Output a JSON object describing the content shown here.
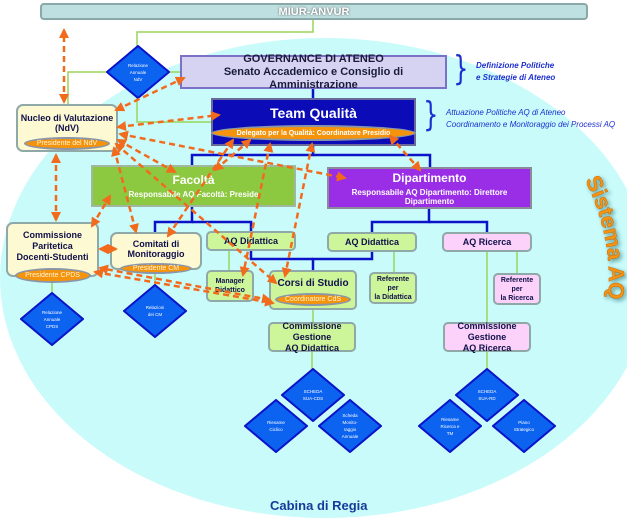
{
  "top_bar": {
    "label": "MIUR-ANVUR"
  },
  "governance": {
    "title": "GOVERNANCE DI ATENEO",
    "subtitle": "Senato Accademico e Consiglio di Amministrazione"
  },
  "team_qualita": {
    "title": "Team Qualità",
    "role": "Delegato per la Qualità: Coordinatore Presidio"
  },
  "nucleo": {
    "title": "Nucleo di Valutazione (NdV)",
    "role": "Presidente del NdV"
  },
  "facolta": {
    "title": "Facoltà",
    "subtitle": "Responsabile AQ Facoltà: Preside"
  },
  "dipartimento": {
    "title": "Dipartimento",
    "subtitle": "Responsabile AQ Dipartimento: Direttore Dipartimento"
  },
  "cpds": {
    "title_line1": "Commissione Paritetica",
    "title_line2": "Docenti-Studenti",
    "role": "Presidente CPDS"
  },
  "comitati": {
    "title": "Comitati di Monitoraggio",
    "role": "Presidente CM"
  },
  "aq_didattica_fac": {
    "label": "AQ Didattica"
  },
  "aq_didattica_dip": {
    "label": "AQ Didattica"
  },
  "aq_ricerca": {
    "label": "AQ Ricerca"
  },
  "manager_didattico": {
    "line1": "Manager",
    "line2": "Didattico"
  },
  "corsi_studio": {
    "title": "Corsi di Studio",
    "role": "Coordinatore CdS"
  },
  "referente_didattica": {
    "line1": "Referente per",
    "line2": "la Didattica"
  },
  "referente_ricerca": {
    "line1": "Referente per",
    "line2": "la Ricerca"
  },
  "comm_gest_didattica": {
    "line1": "Commissione Gestione",
    "line2": "AQ Didattica"
  },
  "comm_gest_ricerca": {
    "line1": "Commissione Gestione",
    "line2": "AQ Ricerca"
  },
  "documents": {
    "relazione_ndv": "Relazione\nAnnuale\nNdV",
    "relazione_cpds": "Relazione\nAnnuale\nCPDS",
    "relazioni_cm": "Relazioni\ndei CM",
    "scheda_sua_cds": "SCHEDA\nSUA-CDS",
    "riesame_ciclico": "Riesame\nCiclico",
    "scheda_monitoraggio": "Scheda\nMonito-\nraggio\nAnnuale",
    "scheda_sua_rd": "SCHEDA\nSUA-RD",
    "riesame_ricerca": "Riesame\nRicerca e\nTM",
    "piano_strategico": "Piano\nStrategico"
  },
  "notes": {
    "governance_line1": "Definizione Politiche",
    "governance_line2": "e Strategie di Ateneo",
    "team_line1": "Attuazione Politiche AQ di Ateneo",
    "team_line2": "Coordinamento e Monitoraggio dei Processi AQ"
  },
  "labels": {
    "sistema_aq": "Sistema AQ",
    "cabina_regia": "Cabina di Regia"
  },
  "colors": {
    "arrow": "#f26b1d",
    "org_line": "#0a13c8",
    "link_line": "#9ad45a",
    "diamond": "#0c63f0"
  }
}
